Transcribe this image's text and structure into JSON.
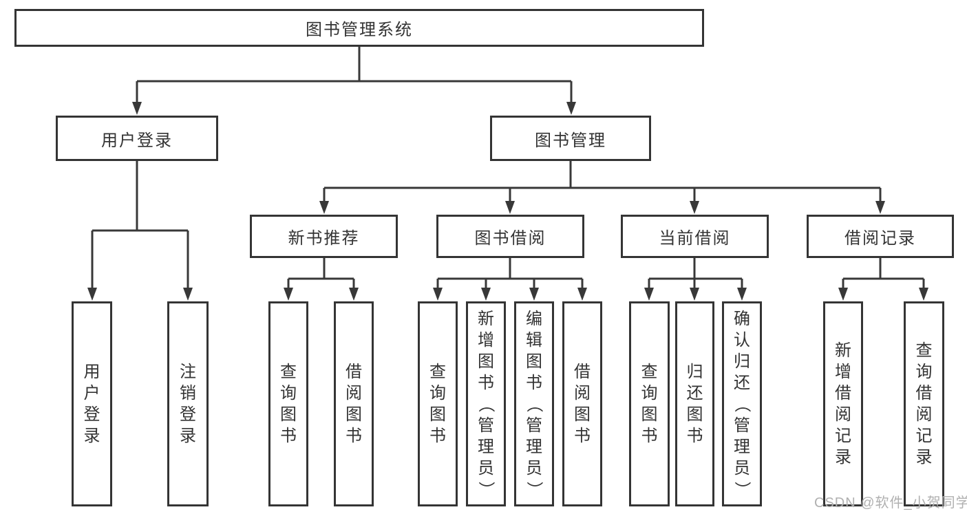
{
  "tree": {
    "root": {
      "label": "图书管理系统"
    },
    "children": [
      {
        "label": "用户登录",
        "children": [
          {
            "label": "用户登录"
          },
          {
            "label": "注销登录"
          }
        ]
      },
      {
        "label": "图书管理",
        "children": [
          {
            "label": "新书推荐",
            "children": [
              {
                "label": "查询图书"
              },
              {
                "label": "借阅图书"
              }
            ]
          },
          {
            "label": "图书借阅",
            "children": [
              {
                "label": "查询图书"
              },
              {
                "label": "新增图书（管理员）"
              },
              {
                "label": "编辑图书（管理员）"
              },
              {
                "label": "借阅图书"
              }
            ]
          },
          {
            "label": "当前借阅",
            "children": [
              {
                "label": "查询图书"
              },
              {
                "label": "归还图书"
              },
              {
                "label": "确认归还（管理员）"
              }
            ]
          },
          {
            "label": "借阅记录",
            "children": [
              {
                "label": "新增借阅记录"
              },
              {
                "label": "查询借阅记录"
              }
            ]
          }
        ]
      }
    ]
  },
  "watermark": {
    "text": "CSDN @软件_小贺同学"
  },
  "colors": {
    "line": "#383838",
    "box_border": "#343434",
    "text": "#333333",
    "watermark": "#b0b0b0",
    "background": "#ffffff"
  }
}
